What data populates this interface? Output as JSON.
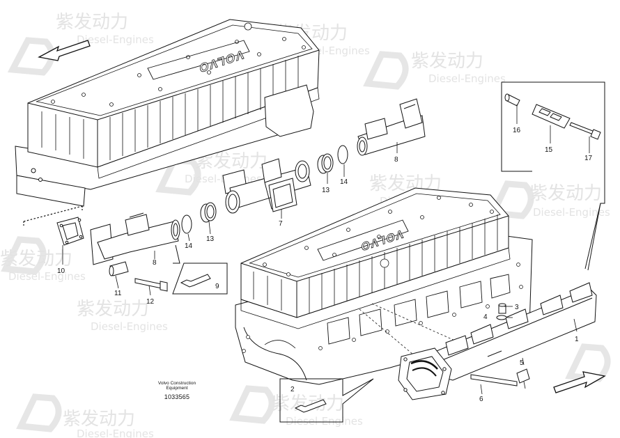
{
  "manufacturer": {
    "line1": "Volvo Construction",
    "line2": "Equipment"
  },
  "drawing_number": "1033565",
  "engine_brand": "VOLVO",
  "watermark": {
    "cn": "紫发动力",
    "en": "Diesel-Engines"
  },
  "callouts": {
    "c1": "1",
    "c2": "2",
    "c3": "3",
    "c4": "4",
    "c5": "5",
    "c6": "6",
    "c7": "7",
    "c8a": "8",
    "c8b": "8",
    "c9": "9",
    "c10": "10",
    "c11": "11",
    "c12": "12",
    "c13a": "13",
    "c13b": "13",
    "c14a": "14",
    "c14b": "14",
    "c15": "15",
    "c16": "16",
    "c17": "17"
  }
}
